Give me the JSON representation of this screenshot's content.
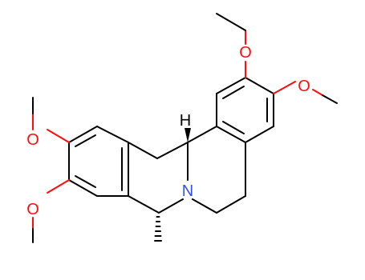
{
  "molecule": {
    "colors": {
      "carbon_bond": "#000000",
      "oxygen": "#ff0d0d",
      "nitrogen": "#3050f8",
      "hydrogen": "#000000"
    },
    "atom_labels": {
      "oxygen_top_right_1": "O",
      "oxygen_top_right_2": "O",
      "oxygen_left_1": "O",
      "oxygen_left_2": "O",
      "nitrogen": "N",
      "hydrogen": "H"
    }
  }
}
